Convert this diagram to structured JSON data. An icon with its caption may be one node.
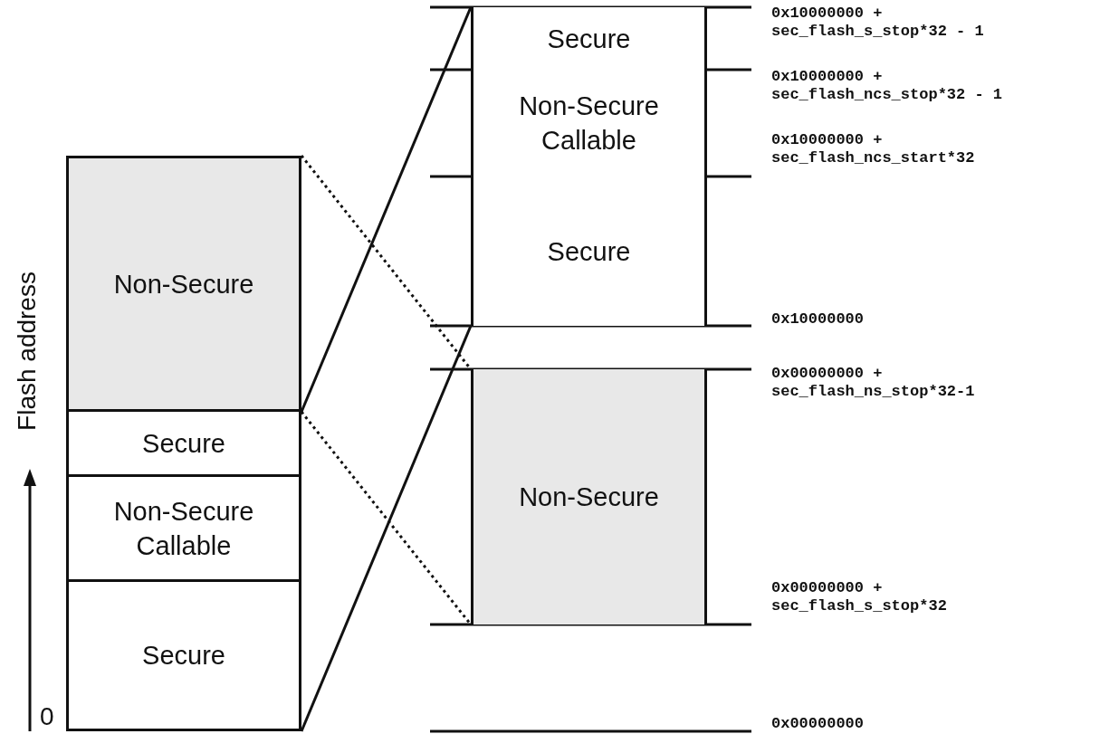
{
  "diagram": {
    "nodes": [
      {
        "text": [
          "Non-Secure"
        ]
      },
      {
        "text": [
          "Secure"
        ]
      },
      {
        "text": [
          "Non-Secure Callable"
        ]
      },
      {
        "text": [
          "Secure"
        ]
      },
      {
        "text": [
          "Secure"
        ]
      },
      {
        "text": [
          "Non-Secure Callable"
        ]
      },
      {
        "text": [
          "Secure"
        ]
      },
      {
        "text": [
          "Non-Secure"
        ]
      }
    ],
    "edges": [
      {
        "from": 1,
        "to": 4,
        "arrow": "none"
      },
      {
        "from": 3,
        "to": 6,
        "arrow": "none"
      },
      {
        "from": 0,
        "to": 7,
        "arrow": "none",
        "style": "dashed"
      },
      {
        "from": 0,
        "to": 7,
        "arrow": "none",
        "style": "dashed"
      }
    ],
    "labels": [
      "Flash address",
      "0",
      "0x10000000 + sec_flash_s_stop*32 - 1",
      "0x10000000 + sec_flash_ncs_stop*32 - 1",
      "0x10000000 + sec_flash_ncs_start*32",
      "0x10000000",
      "0x00000000 + sec_flash_ns_stop*32-1",
      "0x00000000 + sec_flash_s_stop*32",
      "0x00000000"
    ]
  }
}
